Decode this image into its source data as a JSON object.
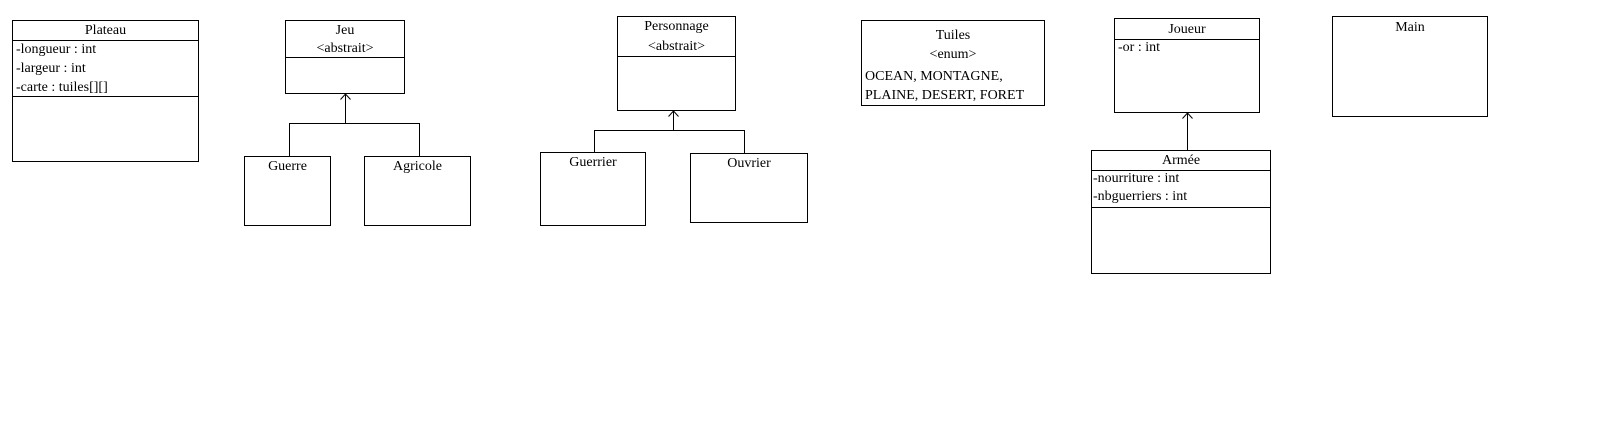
{
  "classes": {
    "plateau": {
      "name": "Plateau",
      "attributes": [
        "-longueur : int",
        "-largeur : int",
        "-carte : tuiles[][]"
      ]
    },
    "jeu": {
      "name": "Jeu",
      "stereotype": "<abstrait>"
    },
    "guerre": {
      "name": "Guerre"
    },
    "agricole": {
      "name": "Agricole"
    },
    "personnage": {
      "name": "Personnage",
      "stereotype": "<abstrait>"
    },
    "guerrier": {
      "name": "Guerrier"
    },
    "ouvrier": {
      "name": "Ouvrier"
    },
    "tuiles": {
      "name": "Tuiles",
      "stereotype": "<enum>",
      "values": [
        "OCEAN, MONTAGNE,",
        "PLAINE, DESERT, FORET"
      ]
    },
    "joueur": {
      "name": "Joueur",
      "attributes": [
        "-or : int"
      ]
    },
    "armee": {
      "name": "Armée",
      "attributes": [
        "-nourriture : int",
        "-nbguerriers : int"
      ]
    },
    "main": {
      "name": "Main"
    }
  }
}
